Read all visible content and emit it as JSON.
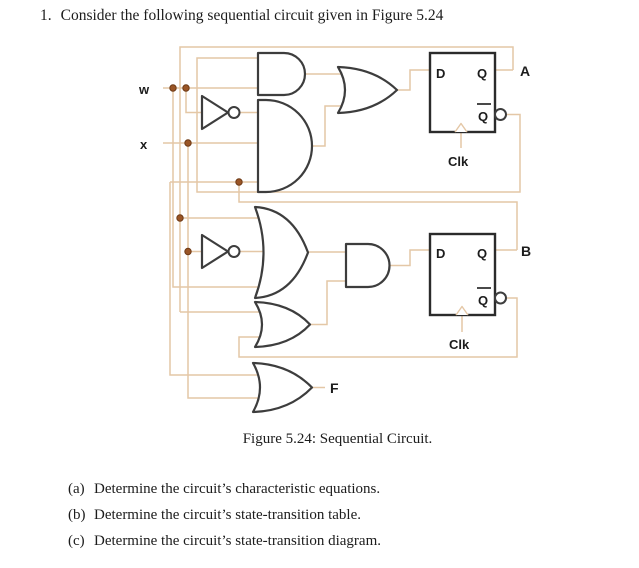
{
  "page": {
    "problem_number": "1.",
    "title": "Consider the following sequential circuit given in Figure 5.24",
    "caption": "Figure 5.24: Sequential Circuit.",
    "questions": [
      {
        "label": "(a)",
        "text": "Determine the circuit’s characteristic equations."
      },
      {
        "label": "(b)",
        "text": "Determine the circuit’s state-transition table."
      },
      {
        "label": "(c)",
        "text": "Determine the circuit’s state-transition diagram."
      }
    ]
  },
  "circuit": {
    "input_labels": {
      "w": "w",
      "x": "x"
    },
    "output_labels": {
      "a": "A",
      "b": "B",
      "f": "F"
    },
    "ff_labels": {
      "d": "D",
      "q": "Q",
      "qbar": "Q",
      "clk": "Clk"
    },
    "gate_types": [
      "AND",
      "AND",
      "AND",
      "OR",
      "OR",
      "OR",
      "OR",
      "NOT",
      "NOT"
    ],
    "flip_flops": [
      "D flip-flop with output A",
      "D flip-flop with output B"
    ],
    "colors": {
      "wire": "#e4c7a6",
      "junction_dot": "#9a5526",
      "gate_stroke": "#3d3d3d",
      "text": "#1c1c1c",
      "background": "#ffffff"
    }
  }
}
